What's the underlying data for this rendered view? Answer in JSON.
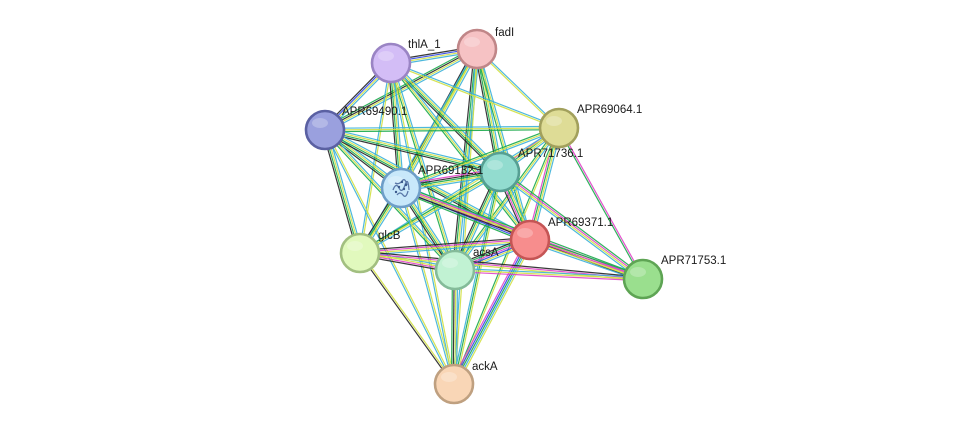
{
  "nodes": [
    {
      "id": "fadI",
      "label": "fadI",
      "fill": "#f6c2c4",
      "stroke": "#c08688"
    },
    {
      "id": "thlA_1",
      "label": "thlA_1",
      "fill": "#d3bdf6",
      "stroke": "#9a84c4"
    },
    {
      "id": "APR69490.1",
      "label": "APR69490.1",
      "fill": "#9aa0de",
      "stroke": "#5a60a2"
    },
    {
      "id": "APR69064.1",
      "label": "APR69064.1",
      "fill": "#dedc96",
      "stroke": "#a2a05c"
    },
    {
      "id": "APR71736.1",
      "label": "APR71736.1",
      "fill": "#92dccf",
      "stroke": "#569f93"
    },
    {
      "id": "APR69132.1",
      "label": "APR69132.1",
      "fill": "#c8e8fa",
      "stroke": "#6e9ec8"
    },
    {
      "id": "APR69371.1",
      "label": "APR69371.1",
      "fill": "#f78d8d",
      "stroke": "#c55555"
    },
    {
      "id": "glcB",
      "label": "glcB",
      "fill": "#e1f9bd",
      "stroke": "#a2bf80"
    },
    {
      "id": "acsA",
      "label": "acsA",
      "fill": "#c1f2d3",
      "stroke": "#84bb99"
    },
    {
      "id": "APR71753.1",
      "label": "APR71753.1",
      "fill": "#9adf8e",
      "stroke": "#5ea454"
    },
    {
      "id": "ackA",
      "label": "ackA",
      "fill": "#f9d6b6",
      "stroke": "#bfa080"
    }
  ],
  "edges": [
    {
      "source": "fadI",
      "target": "thlA_1",
      "evidence": [
        "#3bb0d8",
        "#d1e041",
        "#2f45e8",
        "#222222"
      ]
    },
    {
      "source": "fadI",
      "target": "APR69490.1",
      "evidence": [
        "#3bb0d8",
        "#d1e041",
        "#222222",
        "#18a84a"
      ]
    },
    {
      "source": "fadI",
      "target": "APR69064.1",
      "evidence": [
        "#3bb0d8",
        "#d1e041"
      ]
    },
    {
      "source": "fadI",
      "target": "APR71736.1",
      "evidence": [
        "#3bb0d8",
        "#d1e041",
        "#18a84a",
        "#222222"
      ]
    },
    {
      "source": "fadI",
      "target": "APR69132.1",
      "evidence": [
        "#3bb0d8",
        "#d1e041",
        "#18a84a",
        "#222222"
      ]
    },
    {
      "source": "fadI",
      "target": "APR69371.1",
      "evidence": [
        "#3bb0d8",
        "#d1e041",
        "#18a84a"
      ]
    },
    {
      "source": "fadI",
      "target": "glcB",
      "evidence": [
        "#d1e041",
        "#3bb0d8"
      ]
    },
    {
      "source": "fadI",
      "target": "acsA",
      "evidence": [
        "#3bb0d8",
        "#d1e041",
        "#18a84a",
        "#222222"
      ]
    },
    {
      "source": "fadI",
      "target": "ackA",
      "evidence": [
        "#d1e041",
        "#3bb0d8"
      ]
    },
    {
      "source": "thlA_1",
      "target": "APR69490.1",
      "evidence": [
        "#3bb0d8",
        "#d1e041",
        "#2f45e8",
        "#222222"
      ]
    },
    {
      "source": "thlA_1",
      "target": "APR69064.1",
      "evidence": [
        "#3bb0d8",
        "#d1e041"
      ]
    },
    {
      "source": "thlA_1",
      "target": "APR71736.1",
      "evidence": [
        "#3bb0d8",
        "#d1e041",
        "#18a84a",
        "#222222"
      ]
    },
    {
      "source": "thlA_1",
      "target": "APR69132.1",
      "evidence": [
        "#3bb0d8",
        "#d1e041",
        "#18a84a",
        "#222222"
      ]
    },
    {
      "source": "thlA_1",
      "target": "APR69371.1",
      "evidence": [
        "#3bb0d8",
        "#d1e041",
        "#18a84a"
      ]
    },
    {
      "source": "thlA_1",
      "target": "glcB",
      "evidence": [
        "#d1e041",
        "#3bb0d8"
      ]
    },
    {
      "source": "thlA_1",
      "target": "acsA",
      "evidence": [
        "#3bb0d8",
        "#d1e041",
        "#18a84a"
      ]
    },
    {
      "source": "thlA_1",
      "target": "ackA",
      "evidence": [
        "#d1e041",
        "#3bb0d8"
      ]
    },
    {
      "source": "APR69490.1",
      "target": "APR69064.1",
      "evidence": [
        "#3bb0d8",
        "#d1e041",
        "#18a84a"
      ]
    },
    {
      "source": "APR69490.1",
      "target": "APR71736.1",
      "evidence": [
        "#3bb0d8",
        "#d1e041",
        "#18a84a",
        "#222222"
      ]
    },
    {
      "source": "APR69490.1",
      "target": "APR69132.1",
      "evidence": [
        "#3bb0d8",
        "#d1e041",
        "#18a84a",
        "#222222"
      ]
    },
    {
      "source": "APR69490.1",
      "target": "APR69371.1",
      "evidence": [
        "#3bb0d8",
        "#d1e041",
        "#18a84a",
        "#222222"
      ]
    },
    {
      "source": "APR69490.1",
      "target": "glcB",
      "evidence": [
        "#3bb0d8",
        "#d1e041",
        "#18a84a",
        "#222222"
      ]
    },
    {
      "source": "APR69490.1",
      "target": "acsA",
      "evidence": [
        "#3bb0d8",
        "#d1e041",
        "#18a84a"
      ]
    },
    {
      "source": "APR69490.1",
      "target": "ackA",
      "evidence": [
        "#d1e041",
        "#3bb0d8"
      ]
    },
    {
      "source": "APR69064.1",
      "target": "APR71736.1",
      "evidence": [
        "#3bb0d8",
        "#d1e041",
        "#18a84a",
        "#e040c8"
      ]
    },
    {
      "source": "APR69064.1",
      "target": "APR69132.1",
      "evidence": [
        "#3bb0d8",
        "#d1e041",
        "#18a84a"
      ]
    },
    {
      "source": "APR69064.1",
      "target": "APR69371.1",
      "evidence": [
        "#3bb0d8",
        "#d1e041",
        "#18a84a",
        "#e040c8"
      ]
    },
    {
      "source": "APR69064.1",
      "target": "glcB",
      "evidence": [
        "#d1e041",
        "#3bb0d8"
      ]
    },
    {
      "source": "APR69064.1",
      "target": "acsA",
      "evidence": [
        "#3bb0d8",
        "#d1e041",
        "#18a84a"
      ]
    },
    {
      "source": "APR69064.1",
      "target": "APR71753.1",
      "evidence": [
        "#e040c8",
        "#18a84a"
      ]
    },
    {
      "source": "APR69064.1",
      "target": "ackA",
      "evidence": [
        "#d1e041",
        "#18a84a"
      ]
    },
    {
      "source": "APR71736.1",
      "target": "APR69132.1",
      "evidence": [
        "#3bb0d8",
        "#d1e041",
        "#18a84a",
        "#222222",
        "#e040c8"
      ]
    },
    {
      "source": "APR71736.1",
      "target": "APR69371.1",
      "evidence": [
        "#3bb0d8",
        "#d1e041",
        "#18a84a",
        "#e040c8",
        "#222222"
      ]
    },
    {
      "source": "APR71736.1",
      "target": "glcB",
      "evidence": [
        "#3bb0d8",
        "#d1e041",
        "#18a84a"
      ]
    },
    {
      "source": "APR71736.1",
      "target": "acsA",
      "evidence": [
        "#3bb0d8",
        "#d1e041",
        "#18a84a",
        "#222222"
      ]
    },
    {
      "source": "APR71736.1",
      "target": "APR71753.1",
      "evidence": [
        "#18a84a",
        "#e040c8",
        "#d1e041",
        "#3bb0d8"
      ]
    },
    {
      "source": "APR71736.1",
      "target": "ackA",
      "evidence": [
        "#d1e041",
        "#18a84a",
        "#3bb0d8"
      ]
    },
    {
      "source": "APR69132.1",
      "target": "APR69371.1",
      "evidence": [
        "#3bb0d8",
        "#d1e041",
        "#e040c8",
        "#2f45e8",
        "#18a84a"
      ]
    },
    {
      "source": "APR69132.1",
      "target": "glcB",
      "evidence": [
        "#3bb0d8",
        "#d1e041",
        "#18a84a",
        "#222222"
      ]
    },
    {
      "source": "APR69132.1",
      "target": "acsA",
      "evidence": [
        "#3bb0d8",
        "#d1e041",
        "#18a84a",
        "#222222"
      ]
    },
    {
      "source": "APR69132.1",
      "target": "APR71753.1",
      "evidence": [
        "#18a84a",
        "#e040c8",
        "#d1e041",
        "#222222"
      ]
    },
    {
      "source": "APR69132.1",
      "target": "ackA",
      "evidence": [
        "#d1e041",
        "#3bb0d8"
      ]
    },
    {
      "source": "APR69371.1",
      "target": "glcB",
      "evidence": [
        "#3bb0d8",
        "#d1e041",
        "#e040c8",
        "#222222"
      ]
    },
    {
      "source": "APR69371.1",
      "target": "acsA",
      "evidence": [
        "#3bb0d8",
        "#d1e041",
        "#2f45e8",
        "#e040c8",
        "#18a84a",
        "#222222"
      ]
    },
    {
      "source": "APR69371.1",
      "target": "APR71753.1",
      "evidence": [
        "#18a84a",
        "#e040c8",
        "#d1e041",
        "#3bb0d8"
      ]
    },
    {
      "source": "APR69371.1",
      "target": "ackA",
      "evidence": [
        "#d1e041",
        "#3bb0d8",
        "#18a84a",
        "#2f45e8",
        "#e040c8"
      ]
    },
    {
      "source": "glcB",
      "target": "acsA",
      "evidence": [
        "#3bb0d8",
        "#d1e041",
        "#e040c8",
        "#222222"
      ]
    },
    {
      "source": "glcB",
      "target": "APR71753.1",
      "evidence": [
        "#222222",
        "#e040c8",
        "#d1e041"
      ]
    },
    {
      "source": "glcB",
      "target": "ackA",
      "evidence": [
        "#d1e041",
        "#222222"
      ]
    },
    {
      "source": "acsA",
      "target": "APR71753.1",
      "evidence": [
        "#3bb0d8",
        "#d1e041",
        "#e040c8"
      ]
    },
    {
      "source": "acsA",
      "target": "ackA",
      "evidence": [
        "#3bb0d8",
        "#d1e041",
        "#222222",
        "#18a84a"
      ]
    }
  ],
  "center_node": "APR69132.1"
}
